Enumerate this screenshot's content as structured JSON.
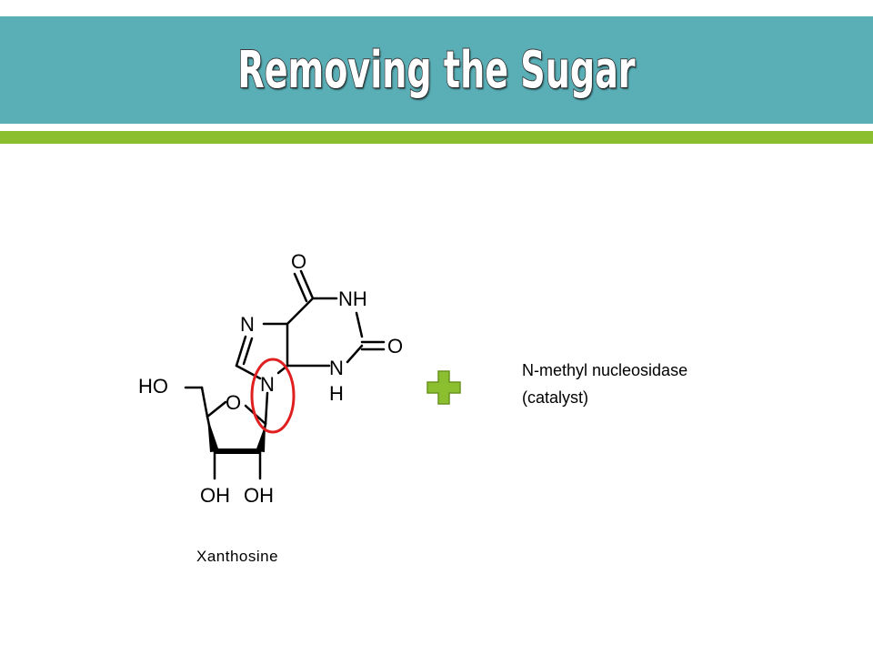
{
  "slide": {
    "title": "Removing the Sugar",
    "molecule_label": "Xanthosine",
    "catalyst_line1": "N-methyl nucleosidase",
    "catalyst_line2": "(catalyst)"
  },
  "structure": {
    "atoms": [
      "O",
      "NH",
      "N",
      "O",
      "N",
      "H",
      "N",
      "HO",
      "O",
      "OH",
      "OH"
    ]
  },
  "colors": {
    "title_band": "#5aafb7",
    "accent_bar": "#8cbf2f",
    "plus_fill": "#8cbf2f",
    "highlight_circle": "#e02020"
  },
  "icons": {
    "plus": "plus-icon"
  }
}
